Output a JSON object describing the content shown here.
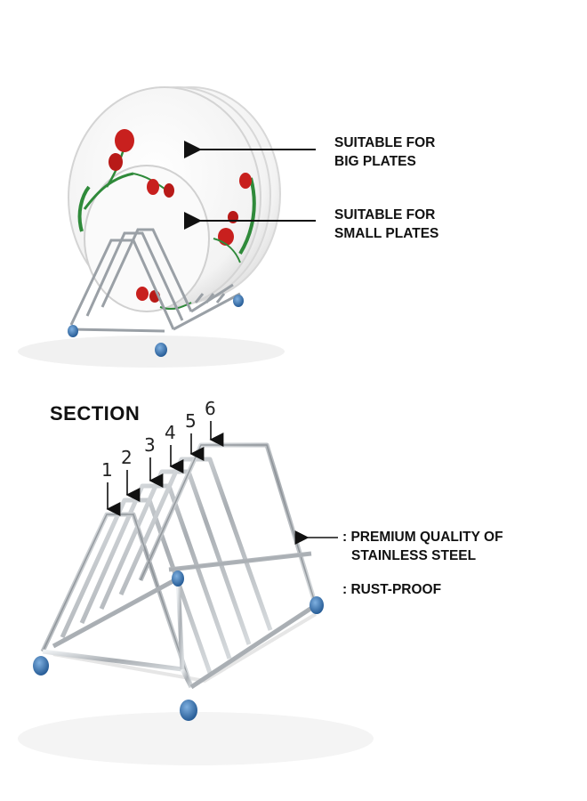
{
  "top_labels": {
    "big_plates": [
      "SUITABLE FOR",
      "BIG PLATES"
    ],
    "small_plates": [
      "SUITABLE FOR",
      "SMALL PLATES"
    ]
  },
  "section": {
    "title": "SECTION",
    "numbers": [
      "1",
      "2",
      "3",
      "4",
      "5",
      "6"
    ]
  },
  "features": {
    "material": [
      ": PREMIUM QUALITY OF",
      "STAINLESS STEEL"
    ],
    "rust": ": RUST-PROOF"
  },
  "colors": {
    "steel": "#a9aeb3",
    "steel_highlight": "#e8ecef",
    "foot": "#2f6fae",
    "plate": "#f6f6f6",
    "flower": "#c8201e",
    "leaf": "#2f8a3a"
  },
  "icons": [
    "plate-stack-image",
    "dish-rack-image",
    "arrow-icon"
  ]
}
